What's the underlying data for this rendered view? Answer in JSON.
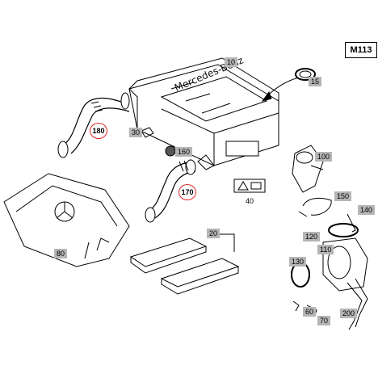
{
  "model_code": "M113",
  "brand_text": "Mercedes-Benz",
  "labels": {
    "p10": "10",
    "p15": "15",
    "p20": "20",
    "p30": "30",
    "p40": "40",
    "p60": "60",
    "p70": "70",
    "p80": "80",
    "p100": "100",
    "p110": "110",
    "p120": "120",
    "p130": "130",
    "p140": "140",
    "p150": "150",
    "p160": "160",
    "p170": "170",
    "p180": "180",
    "p200": "200"
  },
  "colors": {
    "tag_fill": "#b5b5b5",
    "highlight_ring": "#e02020",
    "line": "#000000"
  }
}
